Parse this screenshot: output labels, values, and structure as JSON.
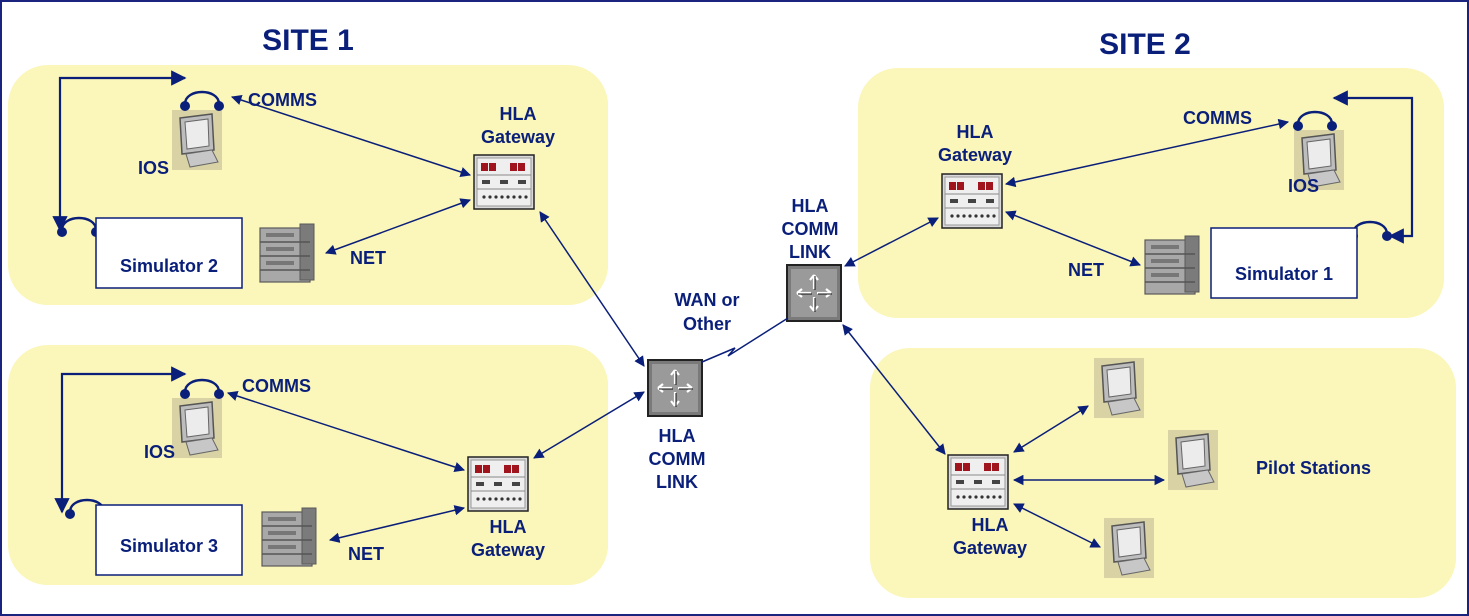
{
  "sites": {
    "site1_title": "SITE 1",
    "site2_title": "SITE 2"
  },
  "labels": {
    "comms": "COMMS",
    "ios": "IOS",
    "net": "NET",
    "hla": "HLA",
    "gateway": "Gateway",
    "comm": "COMM",
    "link": "LINK",
    "wan_line1": "WAN or",
    "wan_line2": "Other",
    "simulator_1": "Simulator 1",
    "simulator_2": "Simulator 2",
    "simulator_3": "Simulator 3",
    "pilot_stations": "Pilot Stations"
  },
  "colors": {
    "panel_fill": "#fbf6b9",
    "line": "#0a1f7a",
    "text": "#0a1f7a",
    "device_bg": "#d8d2a4",
    "monitor_screen": "#c9c9c9",
    "server_fill": "#8c8c8c",
    "router_fill": "#7a7a7a",
    "gateway_red": "#a0141e",
    "border": "#1a237e"
  },
  "icons": {
    "monitor": "monitor-icon",
    "server": "server-icon",
    "gateway": "gateway-icon",
    "router": "router-icon",
    "headset": "headset-icon"
  }
}
